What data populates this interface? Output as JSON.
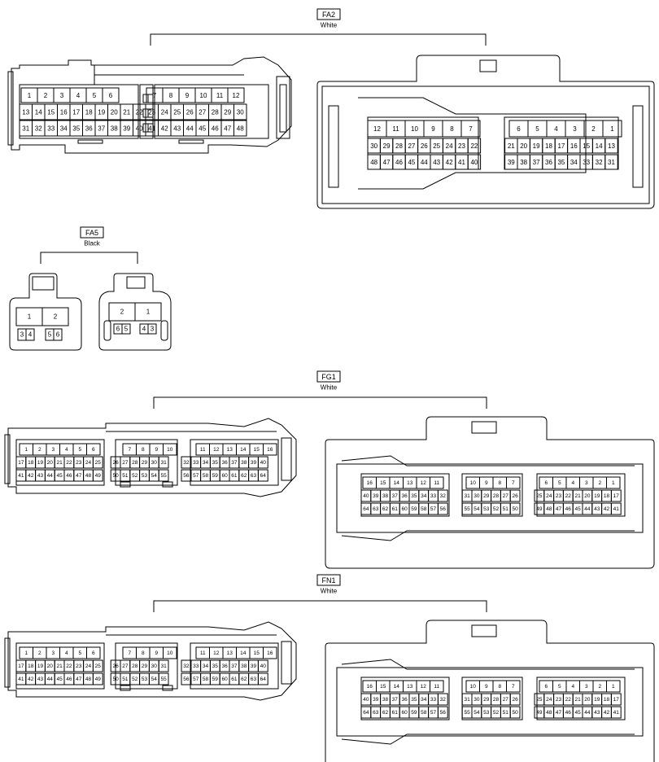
{
  "connectors": [
    {
      "id": "FA2",
      "label": "FA2",
      "color_text": "White",
      "kind": "fa2",
      "left_view": {
        "rows": [
          [
            [
              "1",
              "2",
              "3",
              "4",
              "5",
              "6"
            ],
            [
              "7",
              "8",
              "9",
              "10",
              "11",
              "12"
            ]
          ],
          [
            [
              "13",
              "14",
              "15",
              "16",
              "17",
              "18",
              "19",
              "20",
              "21"
            ],
            [
              "22",
              "23",
              "24",
              "25",
              "26",
              "27",
              "28",
              "29",
              "30"
            ]
          ],
          [
            [
              "31",
              "32",
              "33",
              "34",
              "35",
              "36",
              "37",
              "38",
              "39"
            ],
            [
              "40",
              "41",
              "42",
              "43",
              "44",
              "45",
              "46",
              "47",
              "48"
            ]
          ]
        ]
      },
      "right_view": {
        "rows": [
          [
            [
              "12",
              "11",
              "10",
              "9",
              "8",
              "7"
            ],
            [
              "6",
              "5",
              "4",
              "3",
              "2",
              "1"
            ]
          ],
          [
            [
              "30",
              "29",
              "28",
              "27",
              "26",
              "25",
              "24",
              "23",
              "22"
            ],
            [
              "21",
              "20",
              "19",
              "18",
              "17",
              "16",
              "15",
              "14",
              "13"
            ]
          ],
          [
            [
              "48",
              "47",
              "46",
              "45",
              "44",
              "43",
              "42",
              "41",
              "40"
            ],
            [
              "39",
              "38",
              "37",
              "36",
              "35",
              "34",
              "33",
              "32",
              "31"
            ]
          ]
        ]
      }
    },
    {
      "id": "FA5",
      "label": "FA5",
      "color_text": "Black",
      "kind": "fa5",
      "left_view": {
        "big": [
          "1",
          "2"
        ],
        "small": [
          "3",
          "4",
          "5",
          "6"
        ]
      },
      "right_view": {
        "big": [
          "2",
          "1"
        ],
        "small": [
          "6",
          "5",
          "4",
          "3"
        ]
      }
    },
    {
      "id": "FG1",
      "label": "FG1",
      "color_text": "White",
      "kind": "f64",
      "left_view": {
        "rows": [
          [
            [
              "1",
              "2",
              "3",
              "4",
              "5",
              "6"
            ],
            [
              "7",
              "8",
              "9",
              "10"
            ],
            [
              "11",
              "12",
              "13",
              "14",
              "15",
              "16"
            ]
          ],
          [
            [
              "17",
              "18",
              "19",
              "20",
              "21",
              "22",
              "23",
              "24",
              "25"
            ],
            [
              "26",
              "27",
              "28",
              "29",
              "30",
              "31"
            ],
            [
              "32",
              "33",
              "34",
              "35",
              "36",
              "37",
              "38",
              "39",
              "40"
            ]
          ],
          [
            [
              "41",
              "42",
              "43",
              "44",
              "45",
              "46",
              "47",
              "48",
              "49"
            ],
            [
              "50",
              "51",
              "52",
              "53",
              "54",
              "55"
            ],
            [
              "56",
              "57",
              "58",
              "59",
              "60",
              "61",
              "62",
              "63",
              "64"
            ]
          ]
        ]
      },
      "right_view": {
        "rows": [
          [
            [
              "16",
              "15",
              "14",
              "13",
              "12",
              "11"
            ],
            [
              "10",
              "9",
              "8",
              "7"
            ],
            [
              "6",
              "5",
              "4",
              "3",
              "2",
              "1"
            ]
          ],
          [
            [
              "40",
              "39",
              "38",
              "37",
              "36",
              "35",
              "34",
              "33",
              "32"
            ],
            [
              "31",
              "30",
              "29",
              "28",
              "27",
              "26"
            ],
            [
              "25",
              "24",
              "23",
              "22",
              "21",
              "20",
              "19",
              "18",
              "17"
            ]
          ],
          [
            [
              "64",
              "63",
              "62",
              "61",
              "60",
              "59",
              "58",
              "57",
              "56"
            ],
            [
              "55",
              "54",
              "53",
              "52",
              "51",
              "50"
            ],
            [
              "49",
              "48",
              "47",
              "46",
              "45",
              "44",
              "43",
              "42",
              "41"
            ]
          ]
        ]
      }
    },
    {
      "id": "FN1",
      "label": "FN1",
      "color_text": "White",
      "kind": "f64",
      "left_view": {
        "rows": [
          [
            [
              "1",
              "2",
              "3",
              "4",
              "5",
              "6"
            ],
            [
              "7",
              "8",
              "9",
              "10"
            ],
            [
              "11",
              "12",
              "13",
              "14",
              "15",
              "16"
            ]
          ],
          [
            [
              "17",
              "18",
              "19",
              "20",
              "21",
              "22",
              "23",
              "24",
              "25"
            ],
            [
              "26",
              "27",
              "28",
              "29",
              "30",
              "31"
            ],
            [
              "32",
              "33",
              "34",
              "35",
              "36",
              "37",
              "38",
              "39",
              "40"
            ]
          ],
          [
            [
              "41",
              "42",
              "43",
              "44",
              "45",
              "46",
              "47",
              "48",
              "49"
            ],
            [
              "50",
              "51",
              "52",
              "53",
              "54",
              "55"
            ],
            [
              "56",
              "57",
              "58",
              "59",
              "60",
              "61",
              "62",
              "63",
              "64"
            ]
          ]
        ]
      },
      "right_view": {
        "rows": [
          [
            [
              "16",
              "15",
              "14",
              "13",
              "12",
              "11"
            ],
            [
              "10",
              "9",
              "8",
              "7"
            ],
            [
              "6",
              "5",
              "4",
              "3",
              "2",
              "1"
            ]
          ],
          [
            [
              "40",
              "39",
              "38",
              "37",
              "36",
              "35",
              "34",
              "33",
              "32"
            ],
            [
              "31",
              "30",
              "29",
              "28",
              "27",
              "26"
            ],
            [
              "25",
              "24",
              "23",
              "22",
              "21",
              "20",
              "19",
              "18",
              "17"
            ]
          ],
          [
            [
              "64",
              "63",
              "62",
              "61",
              "60",
              "59",
              "58",
              "57",
              "56"
            ],
            [
              "55",
              "54",
              "53",
              "52",
              "51",
              "50"
            ],
            [
              "49",
              "48",
              "47",
              "46",
              "45",
              "44",
              "43",
              "42",
              "41"
            ]
          ]
        ]
      }
    }
  ]
}
